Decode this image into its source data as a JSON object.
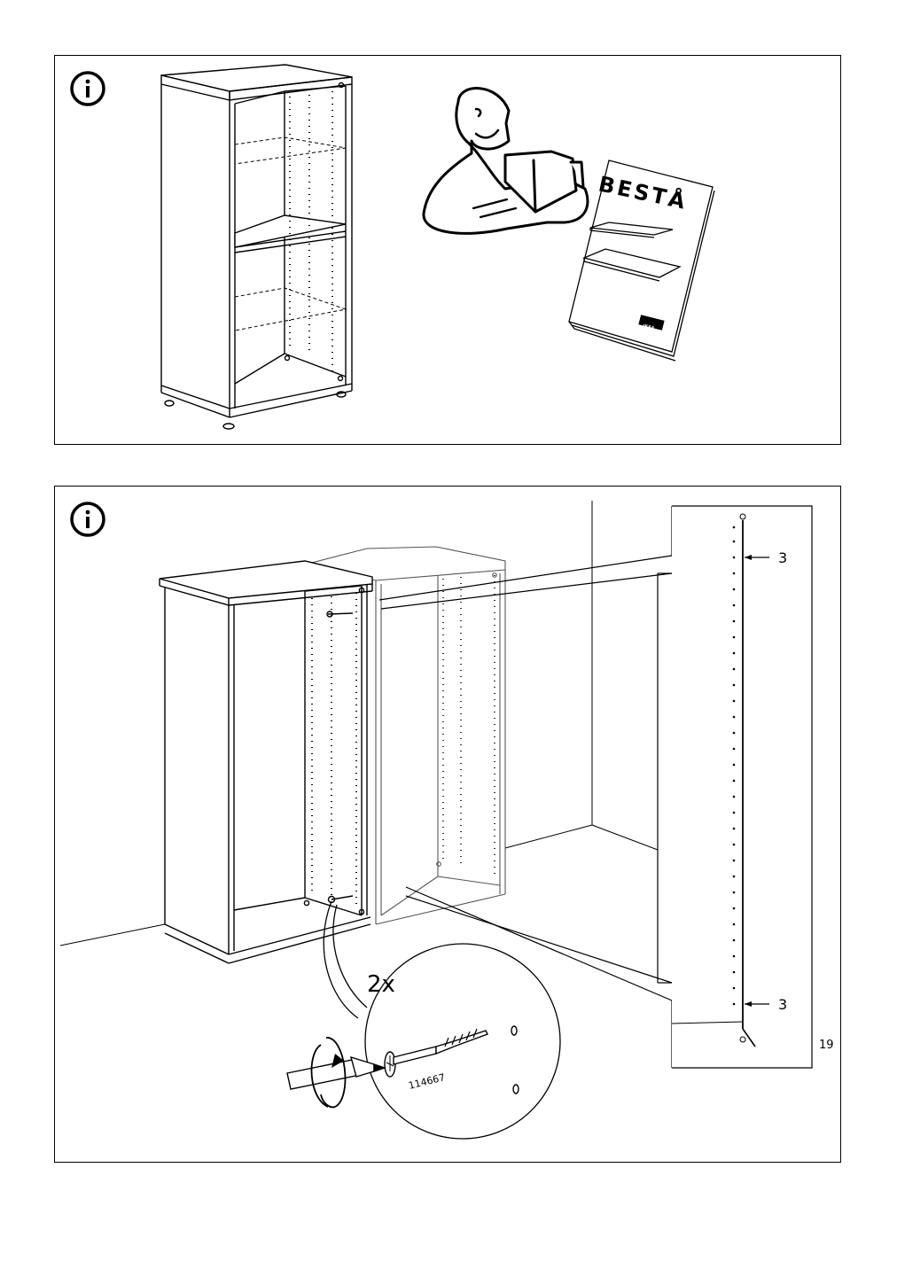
{
  "page": {
    "number": "19"
  },
  "step_1": {
    "icon": "info-icon",
    "manual_cover_title": "BESTÅ",
    "manual_logo": "IKEA"
  },
  "step_2": {
    "icon": "info-icon",
    "quantity": "2x",
    "part_number": "114667",
    "callout_top_label": "3",
    "callout_bottom_label": "3"
  }
}
